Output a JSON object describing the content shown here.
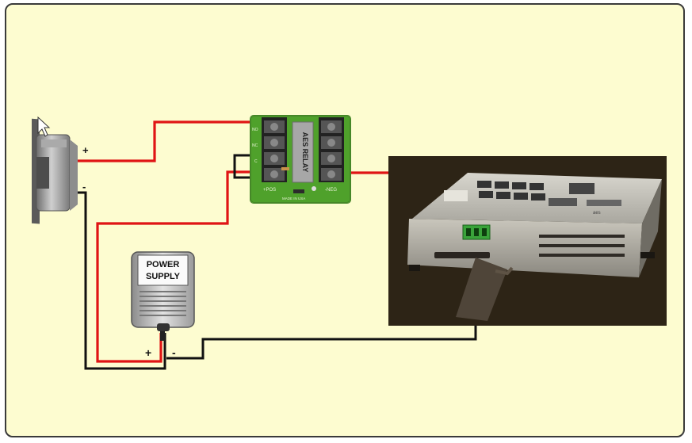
{
  "strike": {
    "plus_label": "+",
    "minus_label": "-"
  },
  "relay": {
    "title": "AES RELAY",
    "left_terminals": [
      "NO",
      "NC",
      "C",
      "+POS"
    ],
    "right_terminals": [
      "",
      "",
      "",
      "-NEG"
    ],
    "pos_label": "+POS",
    "neg_label": "-NEG",
    "made_in": "MADE IN USA"
  },
  "power_supply": {
    "label_line1": "POWER",
    "label_line2": "SUPPLY",
    "plus_label": "+",
    "minus_label": "-"
  },
  "controller": {
    "badge": "aes"
  },
  "colors": {
    "panel_bg": "#fdfcd0",
    "wire_positive": "#e01414",
    "wire_negative": "#111111",
    "relay_board": "#4fa12b"
  }
}
